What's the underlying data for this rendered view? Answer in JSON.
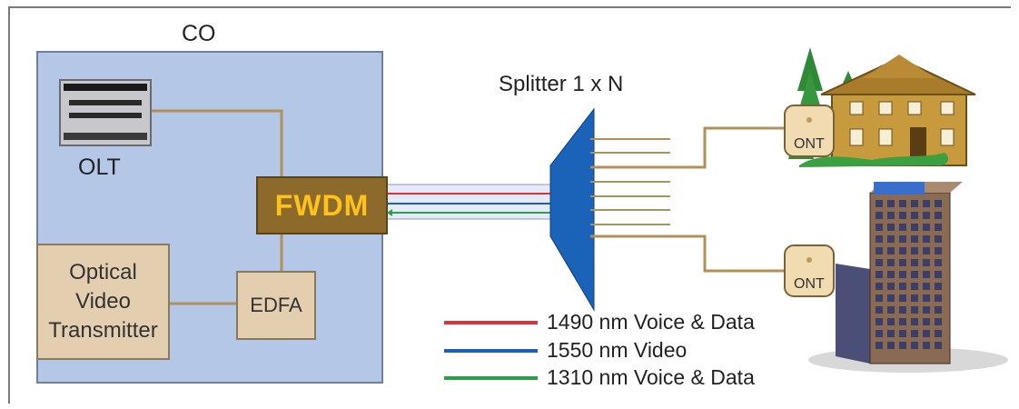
{
  "co_label": "CO",
  "olt_label": "OLT",
  "fwdm_label": "FWDM",
  "edfa_label": "EDFA",
  "optical_transmitter": {
    "line1": "Optical",
    "line2": "Video",
    "line3": "Transmitter"
  },
  "splitter_label": "Splitter 1 x N",
  "ont_labels": [
    "ONT",
    "ONT"
  ],
  "legend": [
    {
      "label": "1490 nm Voice & Data",
      "color": "#e0303a"
    },
    {
      "label": "1550 nm Video",
      "color": "#1f5fb8"
    },
    {
      "label": "1310 nm Voice & Data",
      "color": "#2aa04a"
    }
  ],
  "colors": {
    "co_background": "#b4c7e7",
    "fiber": "#b0915a",
    "fwdm_fill": "#8b6a2c",
    "fwdm_text": "#ffc21a",
    "splitter": "#1a63b8"
  }
}
